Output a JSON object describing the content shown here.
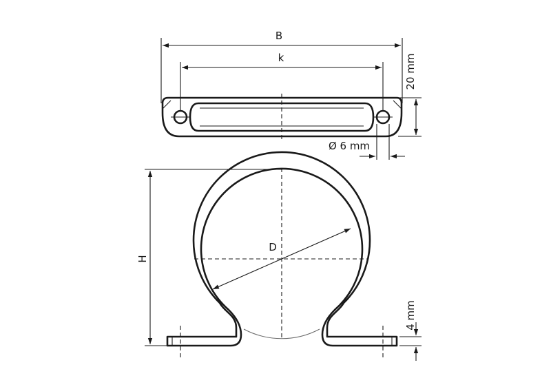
{
  "labels": {
    "B": "B",
    "k": "k",
    "height_top": "20 mm",
    "hole_dia": "Ø 6 mm",
    "D": "D",
    "H": "H",
    "foot": "4 mm"
  },
  "colors": {
    "line": "#1a1a1a",
    "background": "#ffffff"
  }
}
